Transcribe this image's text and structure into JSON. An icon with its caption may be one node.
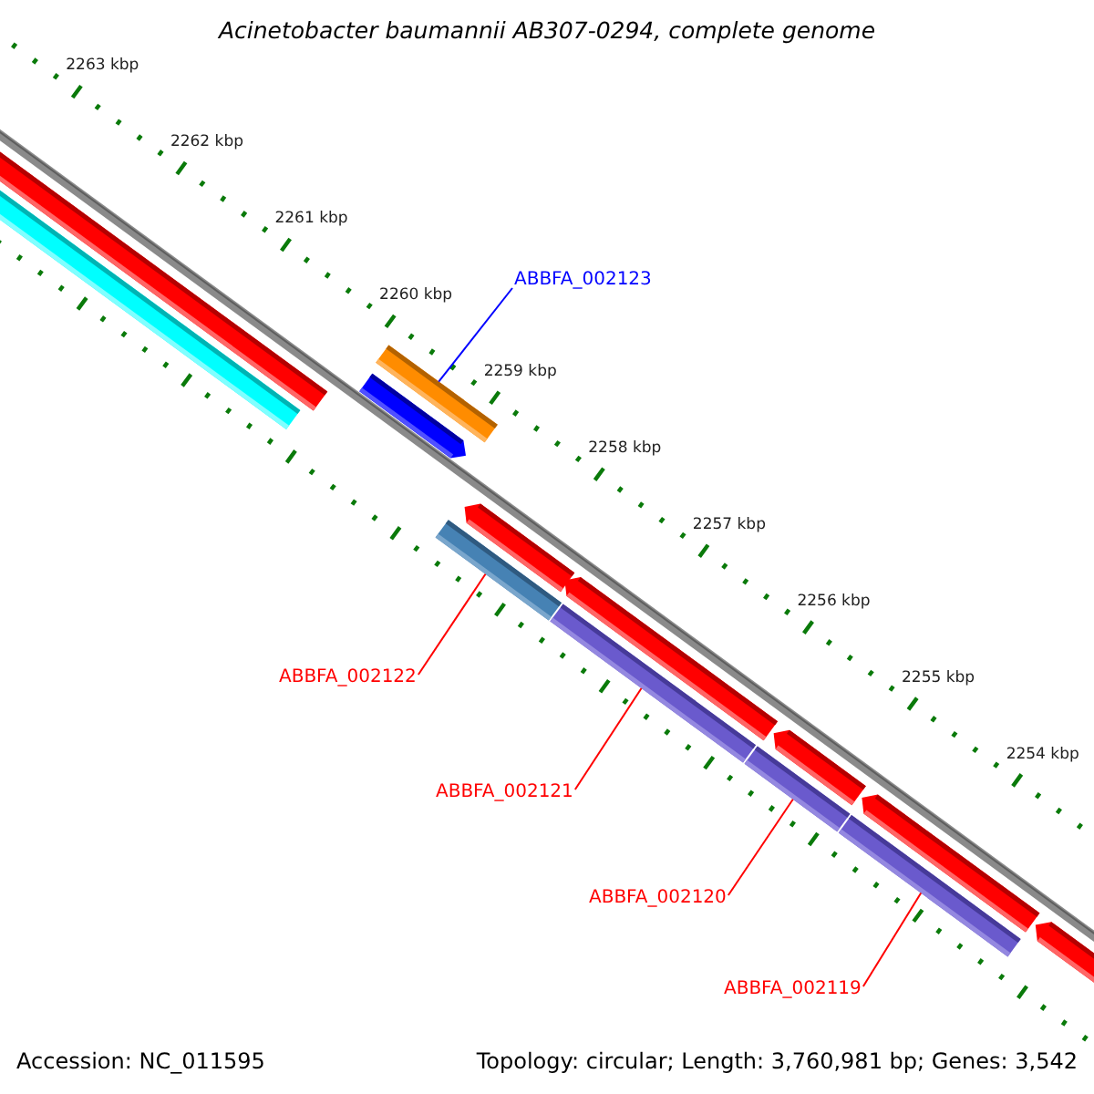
{
  "diagram": {
    "title": "Acinetobacter baumannii AB307-0294, complete genome",
    "nodes": [
      {
        "text": [
          "ABBFA_002123"
        ]
      },
      {
        "text": [],
        "shape": "bar"
      },
      {
        "text": [
          "ABBFA_002122"
        ]
      },
      {
        "text": [],
        "shape": "bar"
      },
      {
        "text": [
          "ABBFA_002121"
        ]
      },
      {
        "text": [],
        "shape": "bar"
      },
      {
        "text": [
          "ABBFA_002120"
        ]
      },
      {
        "text": [],
        "shape": "bar"
      },
      {
        "text": [
          "ABBFA_002119"
        ]
      },
      {
        "text": [],
        "shape": "bar"
      }
    ],
    "edges": [
      {
        "from": 0,
        "to": 1,
        "arrow": "none",
        "color": "#0000ff"
      },
      {
        "from": 2,
        "to": 3,
        "arrow": "none"
      },
      {
        "from": 4,
        "to": 5,
        "arrow": "none"
      },
      {
        "from": 6,
        "to": 7,
        "arrow": "none"
      },
      {
        "from": 8,
        "to": 9,
        "arrow": "none"
      }
    ],
    "labels": [
      "2263 kbp",
      "2262 kbp",
      "2261 kbp",
      "2260 kbp",
      "2259 kbp",
      "2258 kbp",
      "2257 kbp",
      "2256 kbp",
      "2255 kbp",
      "2254 kbp",
      "Accession: NC_011595",
      "Topology: circular; Length: 3,760,981 bp; Genes: 3,542"
    ]
  }
}
